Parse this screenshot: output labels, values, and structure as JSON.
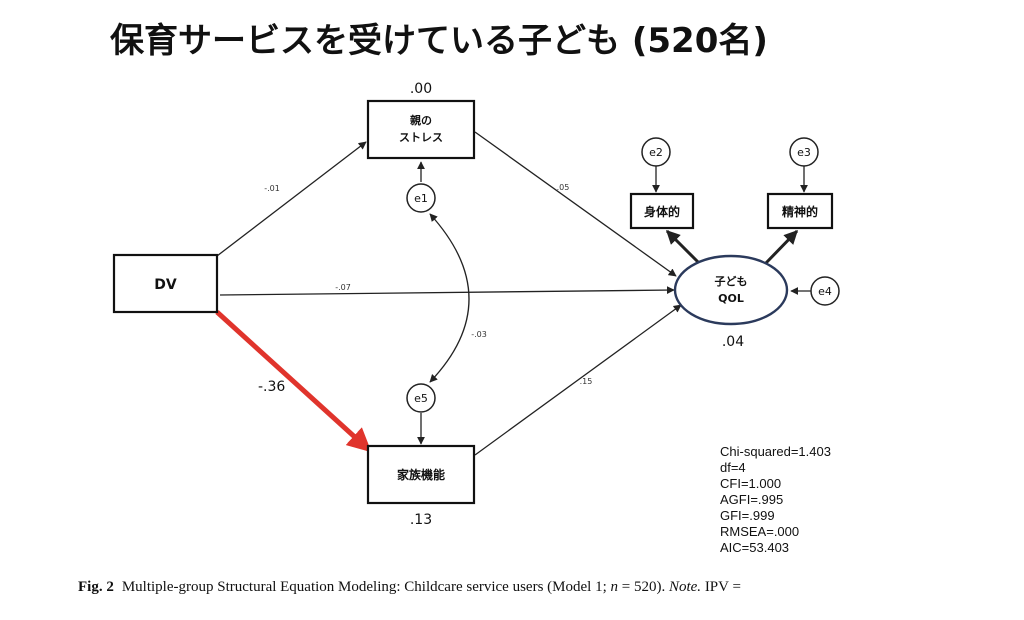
{
  "title": "保育サービスを受けている子ども (520名)",
  "nodes": {
    "dv": {
      "label": "DV"
    },
    "stress": {
      "line1": "親の",
      "line2": "ストレス",
      "r2": ".00"
    },
    "family": {
      "label": "家族機能",
      "r2": ".13"
    },
    "qol": {
      "line1": "子ども",
      "line2": "QOL",
      "r2": ".04"
    },
    "physical": {
      "label": "身体的"
    },
    "mental": {
      "label": "精神的"
    }
  },
  "errors": {
    "e1": "e1",
    "e2": "e2",
    "e3": "e3",
    "e4": "e4",
    "e5": "e5"
  },
  "paths": {
    "dv_stress": "-.01",
    "dv_qol": "-.07",
    "dv_family": "-.36",
    "stress_qol": ".05",
    "family_qol": ".15",
    "e1_e5": "-.03"
  },
  "colors": {
    "highlight_path": "#e0342c",
    "ellipse_border": "#2b3a5c",
    "line": "#222222"
  },
  "fit_indices": [
    "Chi-squared=1.403",
    "df=4",
    "CFI=1.000",
    "AGFI=.995",
    "GFI=.999",
    "RMSEA=.000",
    "AIC=53.403"
  ],
  "caption": {
    "fig": "Fig. 2",
    "text": "Multiple-group Structural Equation Modeling: Childcare service users (Model 1; ",
    "n_var": "n",
    "n_eq": " = 520). ",
    "note": "Note.",
    "tail": " IPV ="
  }
}
